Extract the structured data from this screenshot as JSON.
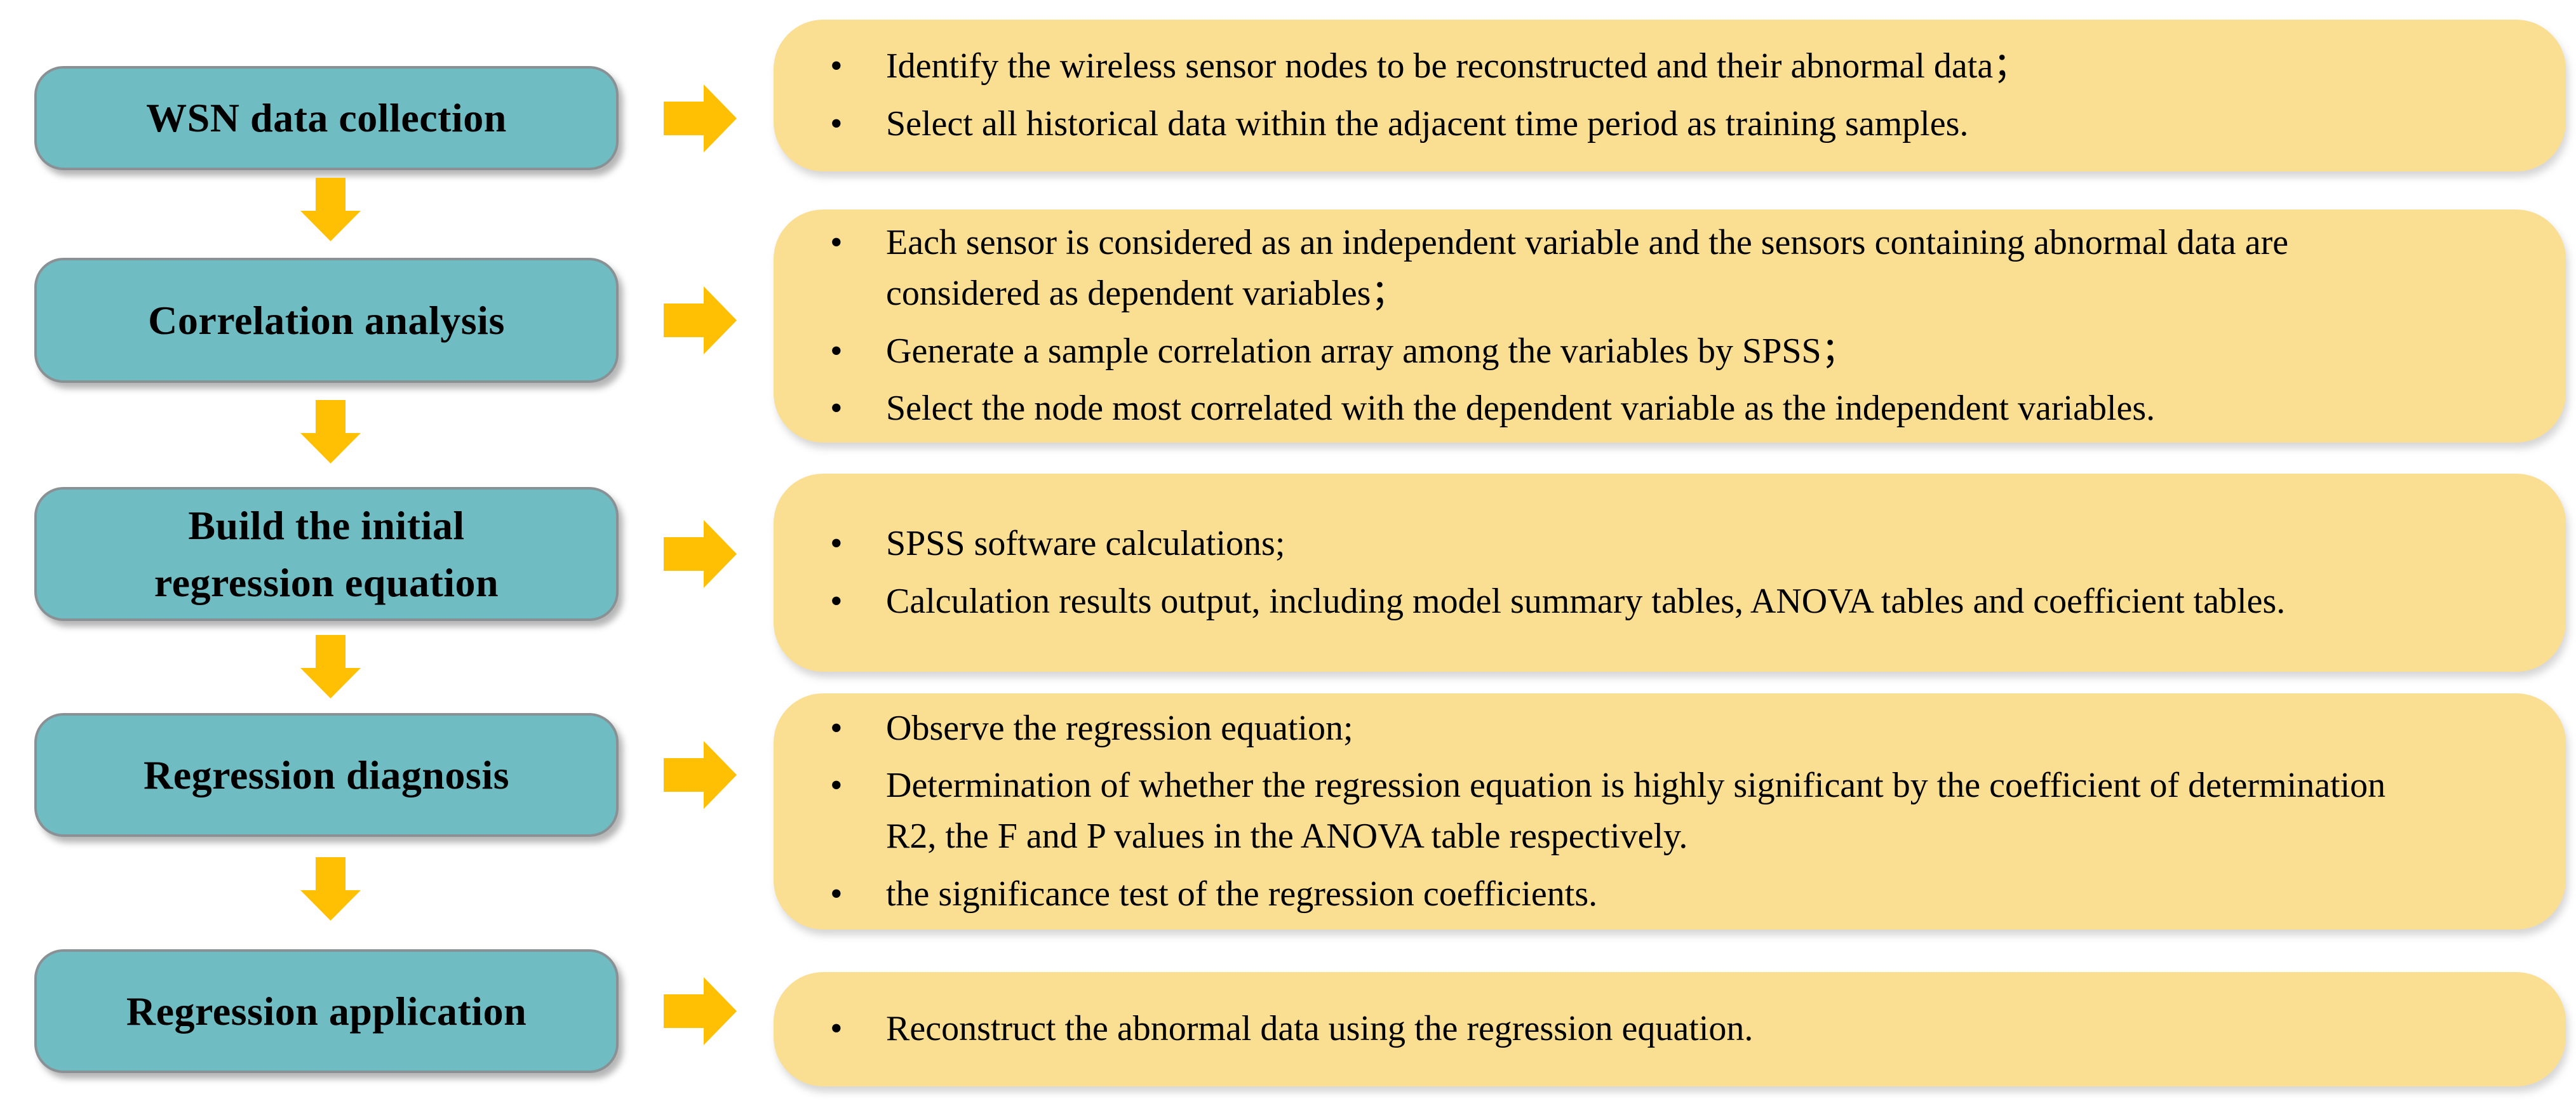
{
  "colors": {
    "stage_box_fill": "#6FBCC3",
    "stage_box_border": "#8a9194",
    "detail_box_fill": "#FADE92",
    "arrow": "#FFC003",
    "text": "#000000"
  },
  "steps": [
    {
      "id": "wsn-data-collection",
      "label": "WSN data collection",
      "bullets": [
        "Identify the wireless sensor nodes to be reconstructed and their abnormal data；",
        "Select all historical data within the adjacent time period as training samples."
      ]
    },
    {
      "id": "correlation-analysis",
      "label": "Correlation analysis",
      "bullets": [
        "Each sensor is considered as an independent variable and the sensors containing abnormal data are considered as dependent variables；",
        "Generate a sample correlation array among the variables by SPSS；",
        "Select the node most correlated with the dependent variable as the independent variables."
      ]
    },
    {
      "id": "build-initial-regression-equation",
      "label": "Build the initial\nregression equation",
      "bullets": [
        "SPSS software calculations;",
        "Calculation results output, including model summary tables, ANOVA tables and coefficient tables."
      ]
    },
    {
      "id": "regression-diagnosis",
      "label": "Regression diagnosis",
      "bullets": [
        "Observe the regression equation;",
        "Determination of whether the regression equation is highly significant by the coefficient of determination R2, the F and P values in the ANOVA table respectively.",
        "the significance test of the regression coefficients."
      ]
    },
    {
      "id": "regression-application",
      "label": "Regression application",
      "bullets": [
        "Reconstruct the abnormal data using the regression equation."
      ]
    }
  ]
}
